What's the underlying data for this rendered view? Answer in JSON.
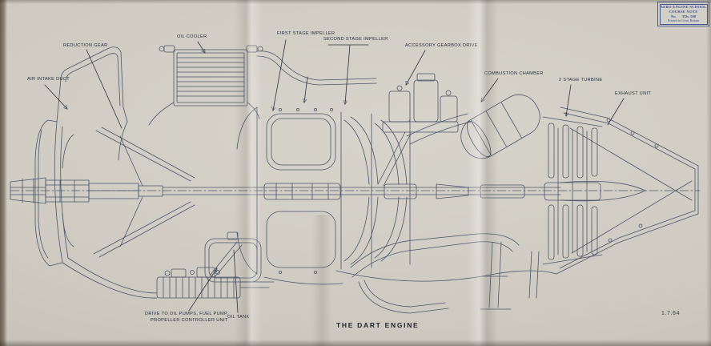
{
  "caption": {
    "title": "THE DART ENGINE",
    "date": "1.7.64"
  },
  "stamp": {
    "school": "AERO ENGINE SCHOOL",
    "doc_type": "COURSE NOTE",
    "number_label": "No.",
    "number": "TDs. 500",
    "footer": "Printed in Great Britain",
    "color": "#3e5190"
  },
  "annotations": [
    {
      "text": "REDUCTION GEAR"
    },
    {
      "text": "OIL COOLER"
    },
    {
      "text": "AIR INTAKE DUCT"
    },
    {
      "text": "FIRST STAGE IMPELLER"
    },
    {
      "text": "SECOND STAGE IMPELLER"
    },
    {
      "text": "ACCESSORY GEARBOX DRIVE"
    },
    {
      "text": "COMBUSTION CHAMBER"
    },
    {
      "text": "2 STAGE TURBINE"
    },
    {
      "text": "EXHAUST UNIT"
    },
    {
      "lines": [
        "DRIVE TO OIL PUMPS, FUEL PUMP,",
        "PROPELLER CONTROLLER UNIT"
      ]
    },
    {
      "text": "OIL TANK"
    }
  ],
  "colors": {
    "paper": "#cfcbc2",
    "drawing_ink": "#4b5568",
    "label_ink": "#272d39",
    "stamp_blue": "#3e5190"
  }
}
